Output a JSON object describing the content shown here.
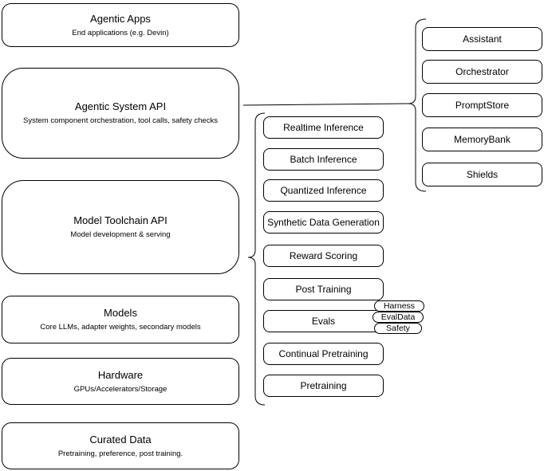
{
  "diagram": {
    "left_column": {
      "boxes": [
        {
          "title": "Agentic Apps",
          "subtitle": "End applications (e.g. Devin)"
        },
        {
          "title": "Agentic System API",
          "subtitle": "System component orchestration, tool calls, safety checks"
        },
        {
          "title": "Model Toolchain API",
          "subtitle": "Model development & serving"
        },
        {
          "title": "Models",
          "subtitle": "Core LLMs, adapter weights, secondary models"
        },
        {
          "title": "Hardware",
          "subtitle": "GPUs/Accelerators/Storage"
        },
        {
          "title": "Curated Data",
          "subtitle": "Pretraining, preference, post training."
        }
      ]
    },
    "toolchain_column": {
      "boxes": [
        {
          "label": "Realtime Inference"
        },
        {
          "label": "Batch Inference"
        },
        {
          "label": "Quantized Inference"
        },
        {
          "label": "Synthetic Data Generation"
        },
        {
          "label": "Reward Scoring"
        },
        {
          "label": "Post Training"
        },
        {
          "label": "Evals"
        },
        {
          "label": "Continual Pretraining"
        },
        {
          "label": "Pretraining"
        }
      ],
      "eval_tags": [
        {
          "label": "Harness"
        },
        {
          "label": "EvalData"
        },
        {
          "label": "Safety"
        }
      ]
    },
    "system_column": {
      "boxes": [
        {
          "label": "Assistant"
        },
        {
          "label": "Orchestrator"
        },
        {
          "label": "PromptStore"
        },
        {
          "label": "MemoryBank"
        },
        {
          "label": "Shields"
        }
      ]
    },
    "colors": {
      "border": "#000000",
      "background": "#ffffff",
      "text": "#000000"
    }
  }
}
